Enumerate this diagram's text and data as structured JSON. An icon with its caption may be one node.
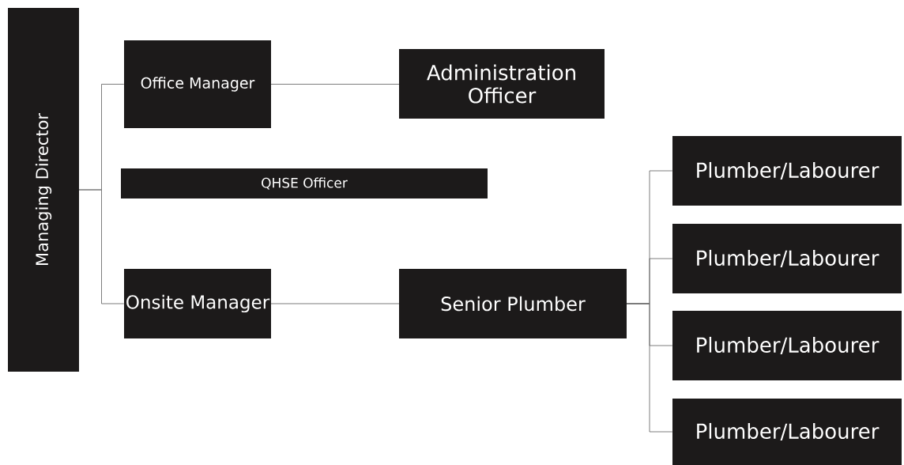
{
  "diagram": {
    "nodes": [
      {
        "text": [
          "Managing Director"
        ]
      },
      {
        "text": [
          "Office Manager"
        ]
      },
      {
        "text": [
          "Administration Officer"
        ]
      },
      {
        "text": [
          "QHSE Officer"
        ]
      },
      {
        "text": [
          "Onsite Manager"
        ]
      },
      {
        "text": [
          "Senior Plumber"
        ]
      },
      {
        "text": [
          "Plumber/Labourer"
        ]
      },
      {
        "text": [
          "Plumber/Labourer"
        ]
      },
      {
        "text": [
          "Plumber/Labourer"
        ]
      },
      {
        "text": [
          "Plumber/Labourer"
        ]
      }
    ],
    "edges": [
      {
        "from": 0,
        "to": 1,
        "arrow": "none"
      },
      {
        "from": 0,
        "to": 4,
        "arrow": "none"
      },
      {
        "from": 1,
        "to": 2,
        "arrow": "none"
      },
      {
        "from": 4,
        "to": 5,
        "arrow": "none"
      },
      {
        "from": 5,
        "to": 6,
        "arrow": "none"
      },
      {
        "from": 5,
        "to": 7,
        "arrow": "none"
      },
      {
        "from": 5,
        "to": 8,
        "arrow": "none"
      },
      {
        "from": 5,
        "to": 9,
        "arrow": "none"
      }
    ]
  }
}
